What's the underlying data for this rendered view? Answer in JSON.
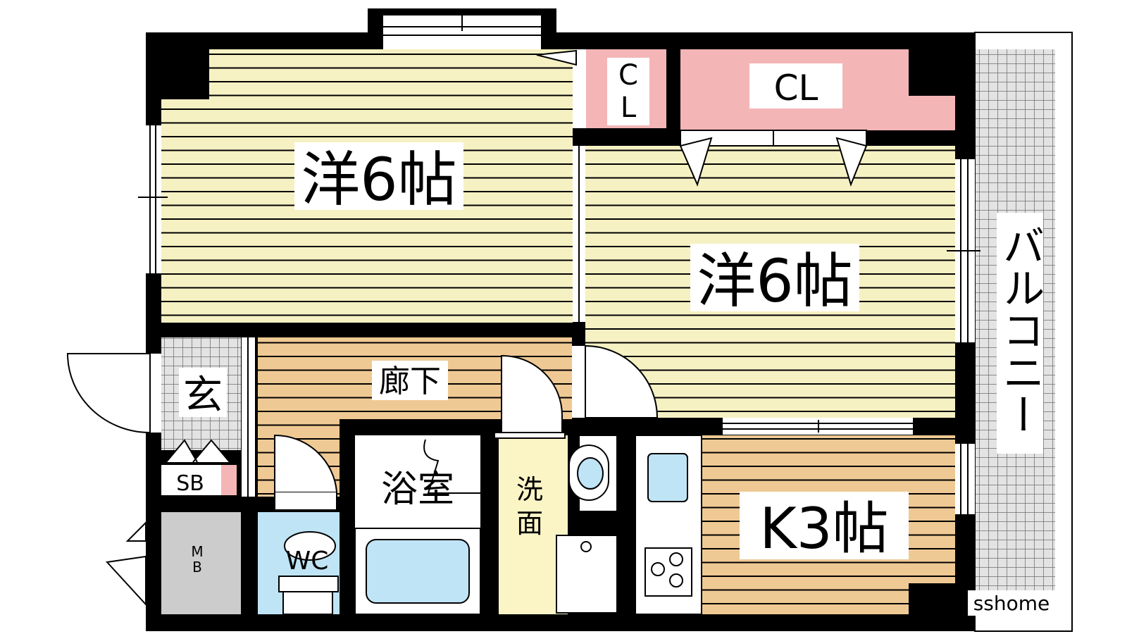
{
  "rooms": {
    "western_room_1": "洋6帖",
    "western_room_2": "洋6帖",
    "kitchen": "K3帖",
    "hallway": "廊下",
    "entrance": "玄",
    "bathroom": "浴室",
    "washroom_line1": "洗",
    "washroom_line2": "面",
    "toilet": "WC",
    "meter_box_line1": "M",
    "meter_box_line2": "B",
    "shoe_box": "SB",
    "closet_small_line1": "C",
    "closet_small_line2": "L",
    "closet_large": "CL",
    "balcony": "バルコニー"
  },
  "watermark": "sshome",
  "colors": {
    "tatami_floor": "#f6f1c3",
    "wood_floor": "#efc994",
    "closet": "#f4b5b7",
    "fixture_blue": "#bfe4f5",
    "washroom": "#fbf5c6",
    "meter_box": "#cccccc",
    "wall": "#000000",
    "floor_lines": "#000000"
  }
}
